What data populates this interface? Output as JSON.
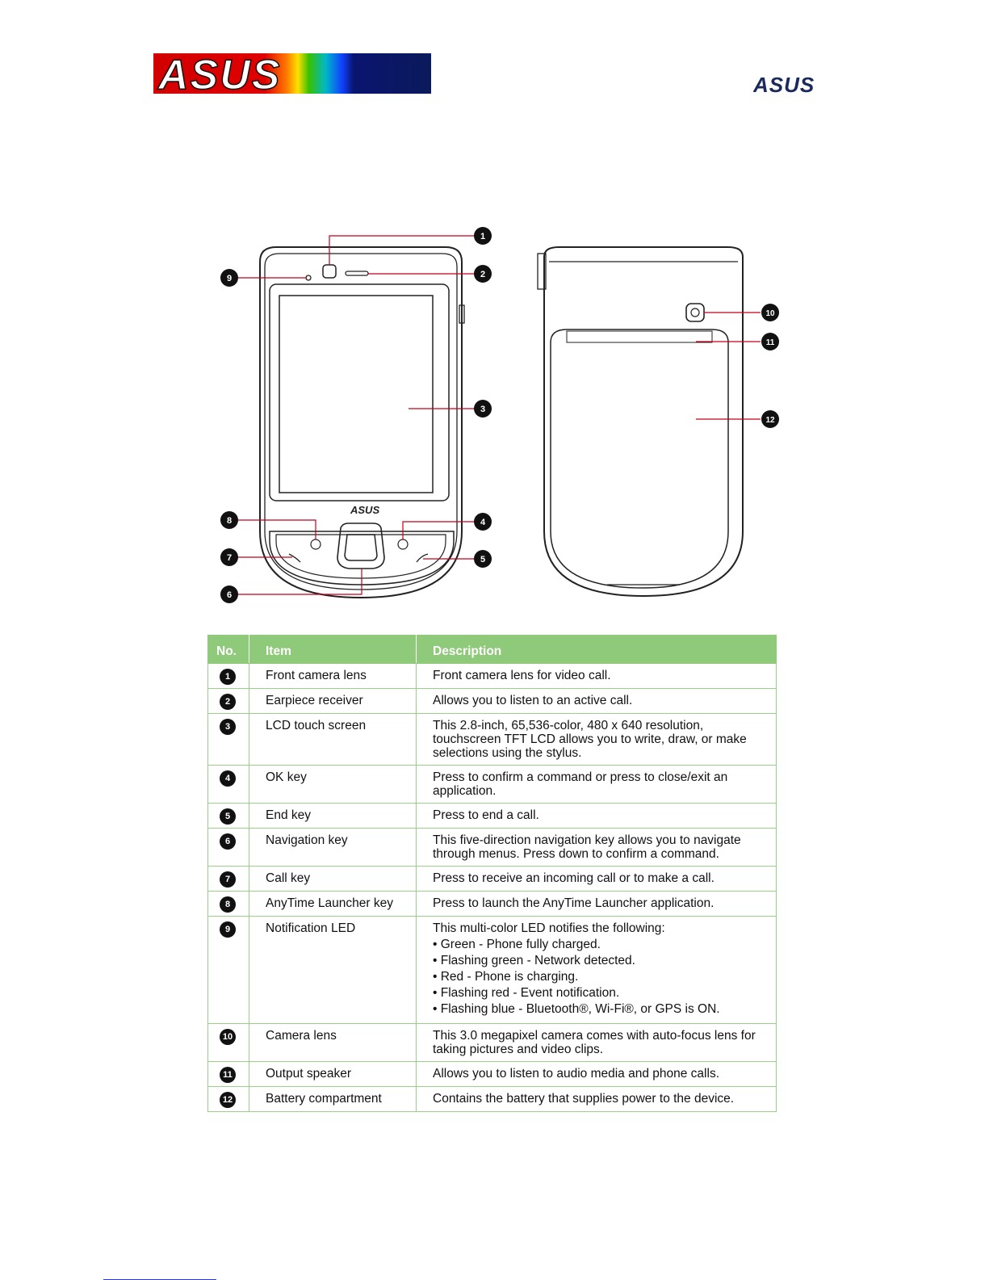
{
  "header": {
    "banner_logo_text": "ASUS",
    "corner_logo_text": "ASUS"
  },
  "diagram": {
    "device_logo_text": "ASUS",
    "callouts": [
      "1",
      "2",
      "3",
      "4",
      "5",
      "6",
      "7",
      "8",
      "9",
      "10",
      "11",
      "12"
    ]
  },
  "table": {
    "headers": {
      "no": "No.",
      "item": "Item",
      "description": "Description"
    },
    "rows": [
      {
        "no": "1",
        "item": "Front camera lens",
        "description": "Front camera lens for video call."
      },
      {
        "no": "2",
        "item": "Earpiece receiver",
        "description": "Allows you to listen to an active call."
      },
      {
        "no": "3",
        "item": "LCD touch screen",
        "description": "This 2.8-inch, 65,536-color, 480 x 640 resolution, touchscreen TFT LCD allows you to write, draw, or make selections using the stylus."
      },
      {
        "no": "4",
        "item": "OK key",
        "description": "Press to confirm a command or press to close/exit an application."
      },
      {
        "no": "5",
        "item": "End key",
        "description": "Press to end a call."
      },
      {
        "no": "6",
        "item": "Navigation key",
        "description": "This five-direction navigation key allows you to navigate through menus. Press down to confirm a command."
      },
      {
        "no": "7",
        "item": "Call key",
        "description": "Press to receive an incoming call or to make a call."
      },
      {
        "no": "8",
        "item": "AnyTime Launcher key",
        "description": "Press to launch the AnyTime Launcher application."
      },
      {
        "no": "9",
        "item": "Notification LED",
        "description": "This multi-color LED notifies the following:",
        "bullets": [
          "Green - Phone fully charged.",
          "Flashing green - Network detected.",
          "Red - Phone is charging.",
          "Flashing red - Event notification.",
          "Flashing blue - Bluetooth®, Wi-Fi®, or GPS is ON."
        ]
      },
      {
        "no": "10",
        "item": "Camera lens",
        "description": "This 3.0 megapixel camera comes with auto-focus lens for taking pictures and video clips."
      },
      {
        "no": "11",
        "item": "Output speaker",
        "description": "Allows you to listen to audio media and phone calls."
      },
      {
        "no": "12",
        "item": "Battery compartment",
        "description": "Contains the battery that supplies power to the device."
      }
    ]
  }
}
